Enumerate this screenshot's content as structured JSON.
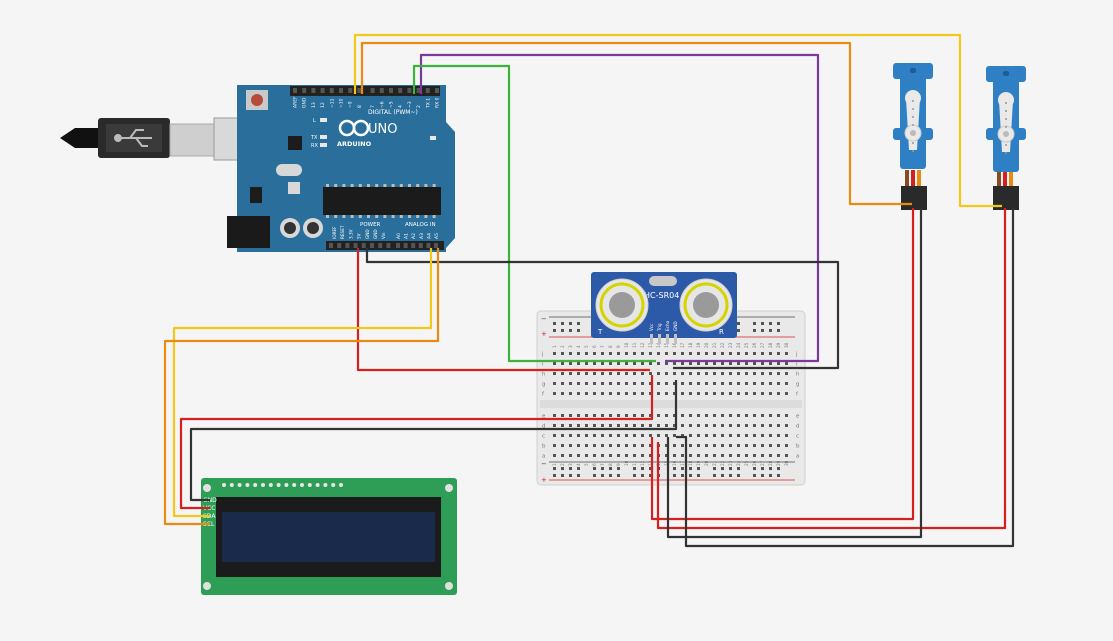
{
  "colors": {
    "background": "#f5f5f5",
    "arduino_board": "#2a6f9b",
    "breadboard": "#e9e9e9",
    "lcd_pcb": "#2e9e57",
    "lcd_screen": "#1a2a4a",
    "servo": "#2f7fc5",
    "sensor": "#2d5aa8",
    "wire_yellow": "#f2c91a",
    "wire_orange": "#e98a12",
    "wire_purple": "#7a3a9a",
    "wire_green": "#3cb43c",
    "wire_red": "#d62020",
    "wire_black": "#333333"
  },
  "arduino": {
    "brand": "ARDUINO",
    "model": "UNO",
    "digital_label": "DIGITAL (PWM~)",
    "power_label": "POWER",
    "analog_label": "ANALOG IN",
    "tx_label": "TX",
    "rx_label": "RX",
    "l_label": "L",
    "top_pin_labels": [
      "AREF",
      "GND",
      "13",
      "12",
      "~11",
      "~10",
      "~9",
      "8",
      "7",
      "~6",
      "~5",
      "4",
      "~3",
      "2",
      "TX 1",
      "RX 0"
    ],
    "power_pin_labels": [
      "IOREF",
      "RESET",
      "3.3V",
      "5V",
      "GND",
      "GND",
      "Vin"
    ],
    "analog_pin_labels": [
      "A0",
      "A1",
      "A2",
      "A3",
      "A4",
      "A5"
    ]
  },
  "sensor": {
    "name": "HC-SR04",
    "left_mark": "T",
    "right_mark": "R",
    "pin_labels": [
      "Vcc",
      "Trig",
      "Echo",
      "GND"
    ]
  },
  "lcd": {
    "pin_labels": [
      "GND",
      "VCC",
      "SDA",
      "SCL"
    ]
  },
  "breadboard": {
    "row_labels_top": [
      "j",
      "i",
      "h",
      "g",
      "f"
    ],
    "row_labels_bottom": [
      "e",
      "d",
      "c",
      "b",
      "a"
    ],
    "column_numbers": [
      "1",
      "2",
      "3",
      "4",
      "5",
      "6",
      "7",
      "8",
      "9",
      "10",
      "11",
      "12",
      "13",
      "14",
      "15",
      "16",
      "17",
      "18",
      "19",
      "20",
      "21",
      "22",
      "23",
      "24",
      "25",
      "26",
      "27",
      "28",
      "29",
      "30"
    ],
    "rail_minus": "−",
    "rail_plus": "+"
  },
  "usb_cable": {
    "icon": "usb-icon"
  }
}
